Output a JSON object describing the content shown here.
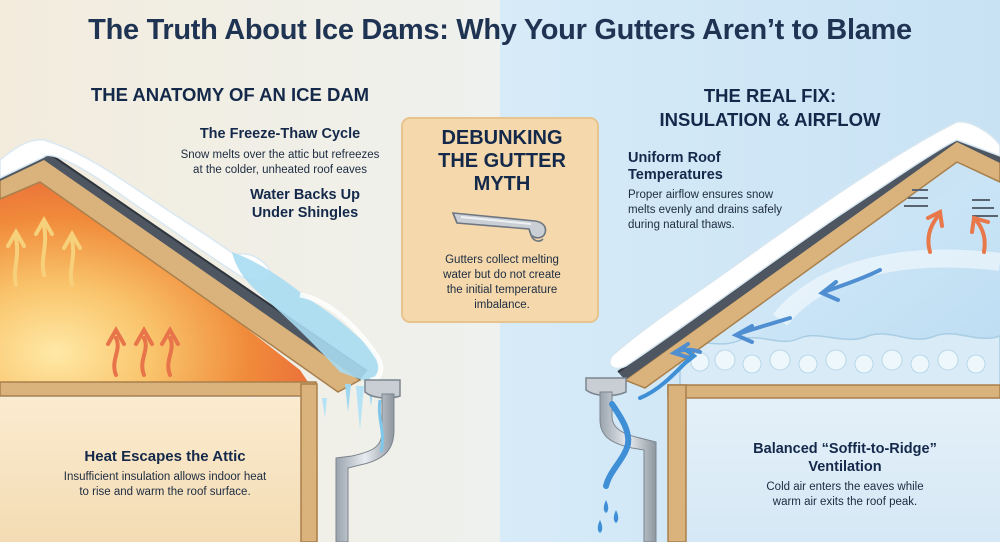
{
  "title": "The Truth About Ice Dams: Why Your Gutters Aren’t to Blame",
  "left_panel": {
    "heading": "THE ANATOMY OF AN ICE DAM",
    "freeze_thaw": {
      "title": "The Freeze-Thaw Cycle",
      "lines": [
        "Snow melts over the attic but refreezes",
        "at the colder, unheated roof eaves"
      ]
    },
    "water_backs_up": {
      "lines": [
        "Water Backs Up",
        "Under Shingles"
      ]
    },
    "heat_escapes": {
      "title": "Heat Escapes the Attic",
      "lines": [
        "Insufficient insulation allows indoor heat",
        "to rise and warm the roof surface."
      ]
    }
  },
  "center_card": {
    "lines": [
      "DEBUNKING",
      "THE GUTTER",
      "MYTH"
    ],
    "icon": "gutter-icon",
    "body_lines": [
      "Gutters collect melting",
      "water but do not create",
      "the initial temperature",
      "imbalance."
    ]
  },
  "right_panel": {
    "heading_lines": [
      "THE REAL FIX:",
      "INSULATION & AIRFLOW"
    ],
    "uniform": {
      "title_lines": [
        "Uniform Roof",
        "Temperatures"
      ],
      "lines": [
        "Proper airflow ensures snow",
        "melts evenly and drains safely",
        "during natural thaws."
      ]
    },
    "ventilation": {
      "title_lines": [
        "Balanced “Soffit-to-Ridge”",
        "Ventilation"
      ],
      "lines": [
        "Cold air enters the eaves while",
        "warm air exits the roof peak."
      ]
    }
  },
  "colors": {
    "warm_attic": "#f08a3a",
    "cold_attic": "#cfe6f6",
    "snow": "#ffffff",
    "ice": "#8fd0ee",
    "shingle": "#4d5661",
    "wood": "#d9b27c",
    "myth_card": "#f5d9ad",
    "title_text": "#1f3352"
  }
}
